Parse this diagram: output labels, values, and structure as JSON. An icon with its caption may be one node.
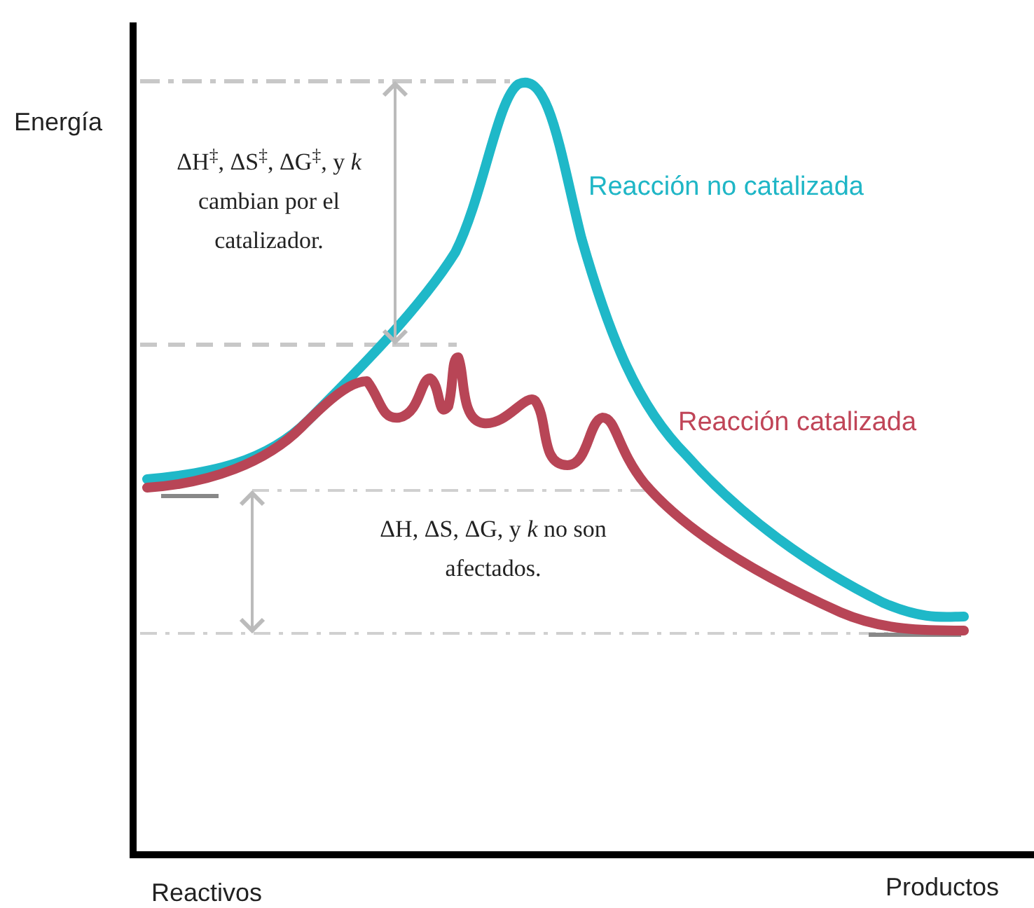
{
  "diagram": {
    "labels": [
      "Energía",
      "ΔH$^{‡}$, ΔS$^{‡}$, ΔG$^{‡}$, y *k* cambian por el catalizador.",
      "Reacción no catalizada",
      "Reacción catalizada",
      "ΔH, ΔS, ΔG, y *k* no son afectados.",
      "Reactivos",
      "Productos"
    ]
  }
}
